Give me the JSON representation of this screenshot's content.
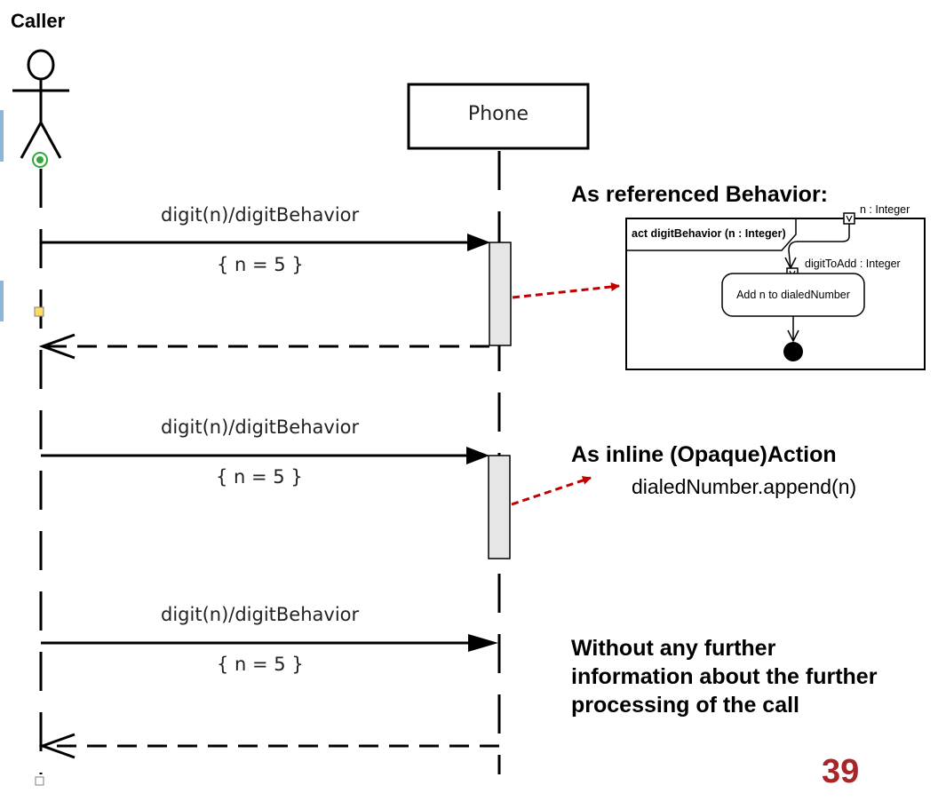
{
  "actor": {
    "name": "Caller"
  },
  "lifeline": {
    "name": "Phone"
  },
  "messages": [
    {
      "label": "digit(n)/digitBehavior",
      "guard": "{ n = 5 }"
    },
    {
      "label": "digit(n)/digitBehavior",
      "guard": "{ n = 5 }"
    },
    {
      "label": "digit(n)/digitBehavior",
      "guard": "{ n = 5 }"
    }
  ],
  "annotations": {
    "referenced": {
      "heading": "As referenced Behavior:",
      "frame_title": "act digitBehavior (n : Integer)",
      "param_label": "n : Integer",
      "pin_label": "digitToAdd : Integer",
      "action_label": "Add n to dialedNumber"
    },
    "inline": {
      "heading": "As inline (Opaque)Action",
      "code": "dialedNumber.append(n)"
    },
    "none": {
      "line1": "Without any further",
      "line2": "information about the further",
      "line3": "processing of the call"
    }
  },
  "page_number": "39",
  "colors": {
    "line": "#000000",
    "arrow_red": "#c00000",
    "activation_fill": "#e6e6e6",
    "page_number": "#a6262a",
    "side_tab": "#8fb6d8",
    "handle_yellow": "#ffd966",
    "handle_green": "#2fa83a"
  }
}
